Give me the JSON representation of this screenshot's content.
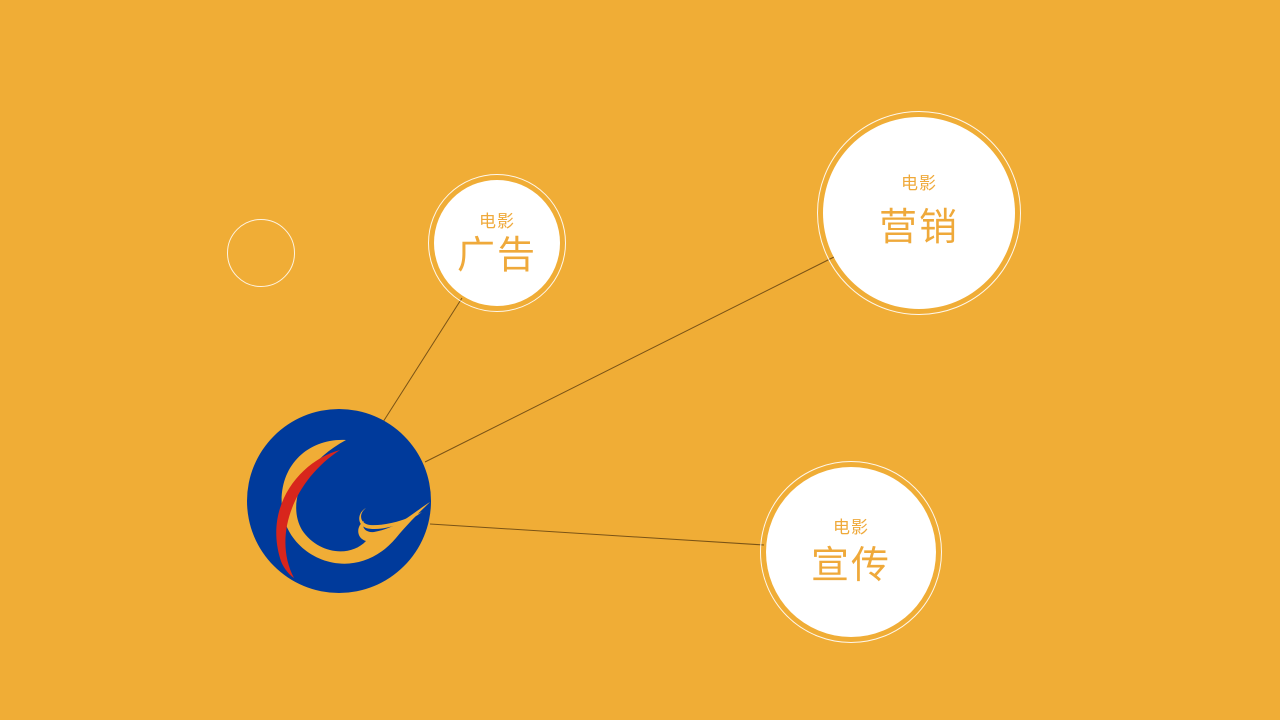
{
  "colors": {
    "background": "#F0AD36",
    "circle_fill": "#FFFFFF",
    "circle_text": "#EFA93A",
    "connector_line": "#7A5316",
    "logo_blue": "#003A9B",
    "logo_red": "#D8261C",
    "logo_gold": "#F0AD36"
  },
  "logo": {
    "icon": "globe-swoosh-logo"
  },
  "nodes": {
    "advertising": {
      "small": "电影",
      "big": "广告"
    },
    "marketing": {
      "small": "电影",
      "big": "营销"
    },
    "publicity": {
      "small": "电影",
      "big": "宣传"
    }
  }
}
